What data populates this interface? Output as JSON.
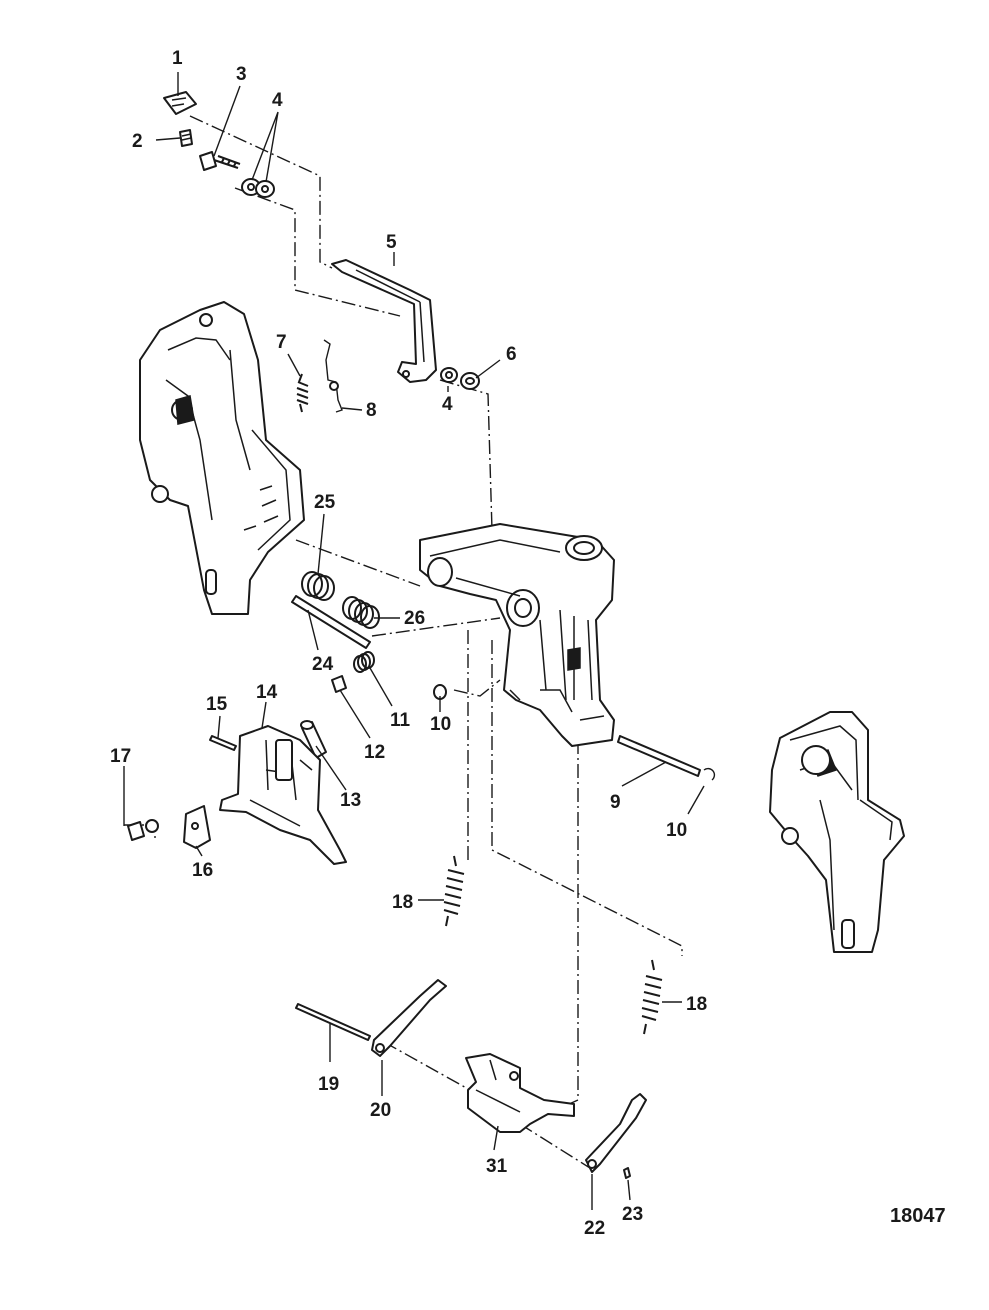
{
  "callouts": {
    "c1": "1",
    "c2": "2",
    "c3": "3",
    "c4a": "4",
    "c4b": "4",
    "c5": "5",
    "c6": "6",
    "c7": "7",
    "c8": "8",
    "c9": "9",
    "c10a": "10",
    "c10b": "10",
    "c11": "11",
    "c12": "12",
    "c13": "13",
    "c14": "14",
    "c15": "15",
    "c16": "16",
    "c17": "17",
    "c18a": "18",
    "c18b": "18",
    "c19": "19",
    "c20": "20",
    "c22": "22",
    "c23": "23",
    "c24": "24",
    "c25": "25",
    "c26": "26",
    "c31": "31"
  },
  "figure_number": "18047"
}
